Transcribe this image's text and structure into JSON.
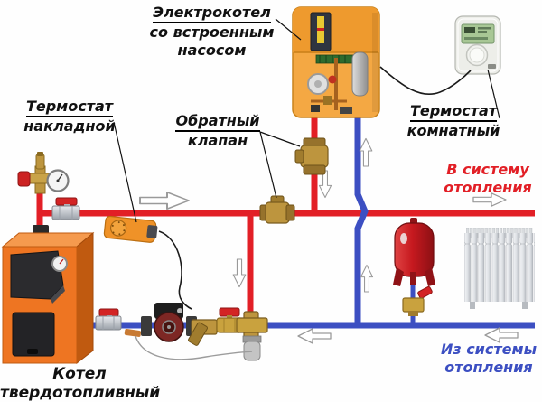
{
  "labels": {
    "electric_boiler": {
      "line1": "Электрокотел",
      "line2": "со встроенным",
      "line3": "насосом"
    },
    "pipe_thermostat": {
      "line1": "Термостат",
      "line2": "накладной"
    },
    "check_valve": {
      "line1": "Обратный",
      "line2": "клапан"
    },
    "room_thermostat": {
      "line1": "Термостат",
      "line2": "комнатный"
    },
    "to_system": {
      "line1": "В систему",
      "line2": "отопления"
    },
    "from_system": {
      "line1": "Из системы",
      "line2": "отопления"
    },
    "solid_fuel_boiler": {
      "line1": "Котел",
      "line2": "твердотопливный"
    }
  },
  "colors": {
    "supply_pipe": "#e21f26",
    "return_pipe": "#3c4fc2",
    "boiler_orange": "#ec7420",
    "electric_boiler_orange": "#f4a843",
    "brass": "#bd953e",
    "tank_red": "#c6191f",
    "actuator_grey": "#c4c4c4",
    "label_text": "#111111"
  }
}
